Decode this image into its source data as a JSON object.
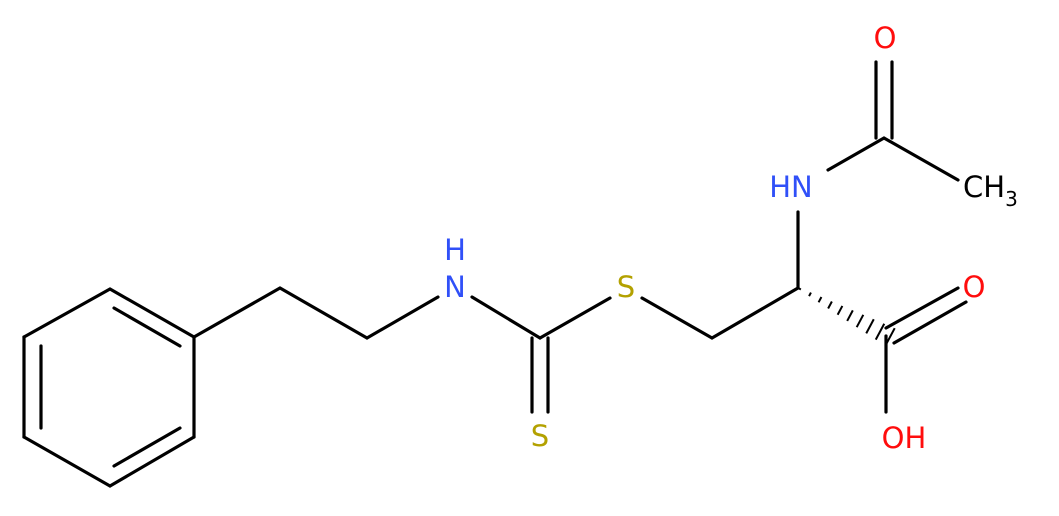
{
  "molecule": {
    "atom_labels": {
      "acetyl_oxygen": "O",
      "amide_nh": "HN",
      "methyl_c": "C",
      "methyl_h": "H",
      "methyl_subscript": "3",
      "acid_carbonyl_oxygen": "O",
      "acid_hydroxyl": "OH",
      "thioether_sulfur": "S",
      "thione_sulfur": "S",
      "thioamide_n": "N",
      "thioamide_h": "H"
    },
    "colors": {
      "bond": "#000000",
      "oxygen": "#ff0d0d",
      "nitrogen": "#3050f8",
      "sulfur": "#b3a100",
      "carbon": "#000000"
    }
  }
}
